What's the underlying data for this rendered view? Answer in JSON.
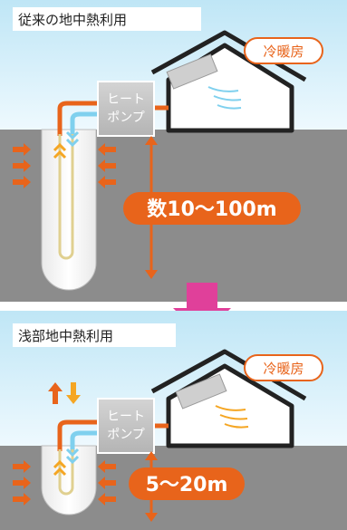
{
  "top": {
    "title": "従来の地中熱利用",
    "heat_pump_line1": "ヒート",
    "heat_pump_line2": "ポンプ",
    "room_badge": "冷暖房",
    "depth_label": "数10〜100m"
  },
  "bottom": {
    "title": "浅部地中熱利用",
    "heat_pump_line1": "ヒート",
    "heat_pump_line2": "ポンプ",
    "room_badge": "冷暖房",
    "depth_label": "5〜20m"
  },
  "colors": {
    "sky_top": "#bfe6f6",
    "sky_bottom": "#e6f6fd",
    "ground": "#8c8c8c",
    "orange": "#e8641b",
    "blue_pipe": "#7fd0ee",
    "magenta_arrow": "#e0409a",
    "hp_box": "#c8c8c8"
  }
}
